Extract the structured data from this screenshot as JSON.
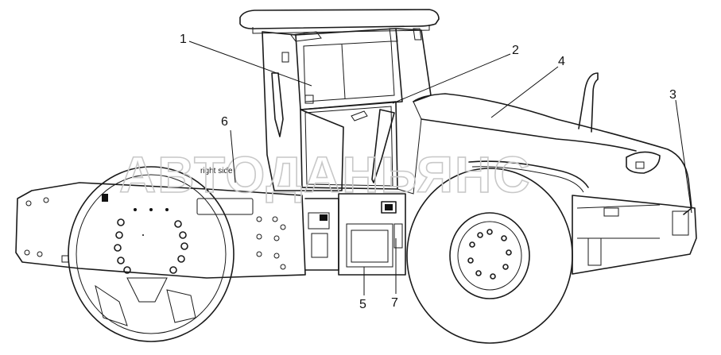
{
  "diagram": {
    "callouts": [
      {
        "id": "c1",
        "label": "1"
      },
      {
        "id": "c2",
        "label": "2"
      },
      {
        "id": "c3",
        "label": "3"
      },
      {
        "id": "c4",
        "label": "4"
      },
      {
        "id": "c5",
        "label": "5"
      },
      {
        "id": "c6",
        "label": "6"
      },
      {
        "id": "c7",
        "label": "7"
      }
    ],
    "side_label": "right side",
    "watermark": "АВТОДАНЬЯНС"
  }
}
